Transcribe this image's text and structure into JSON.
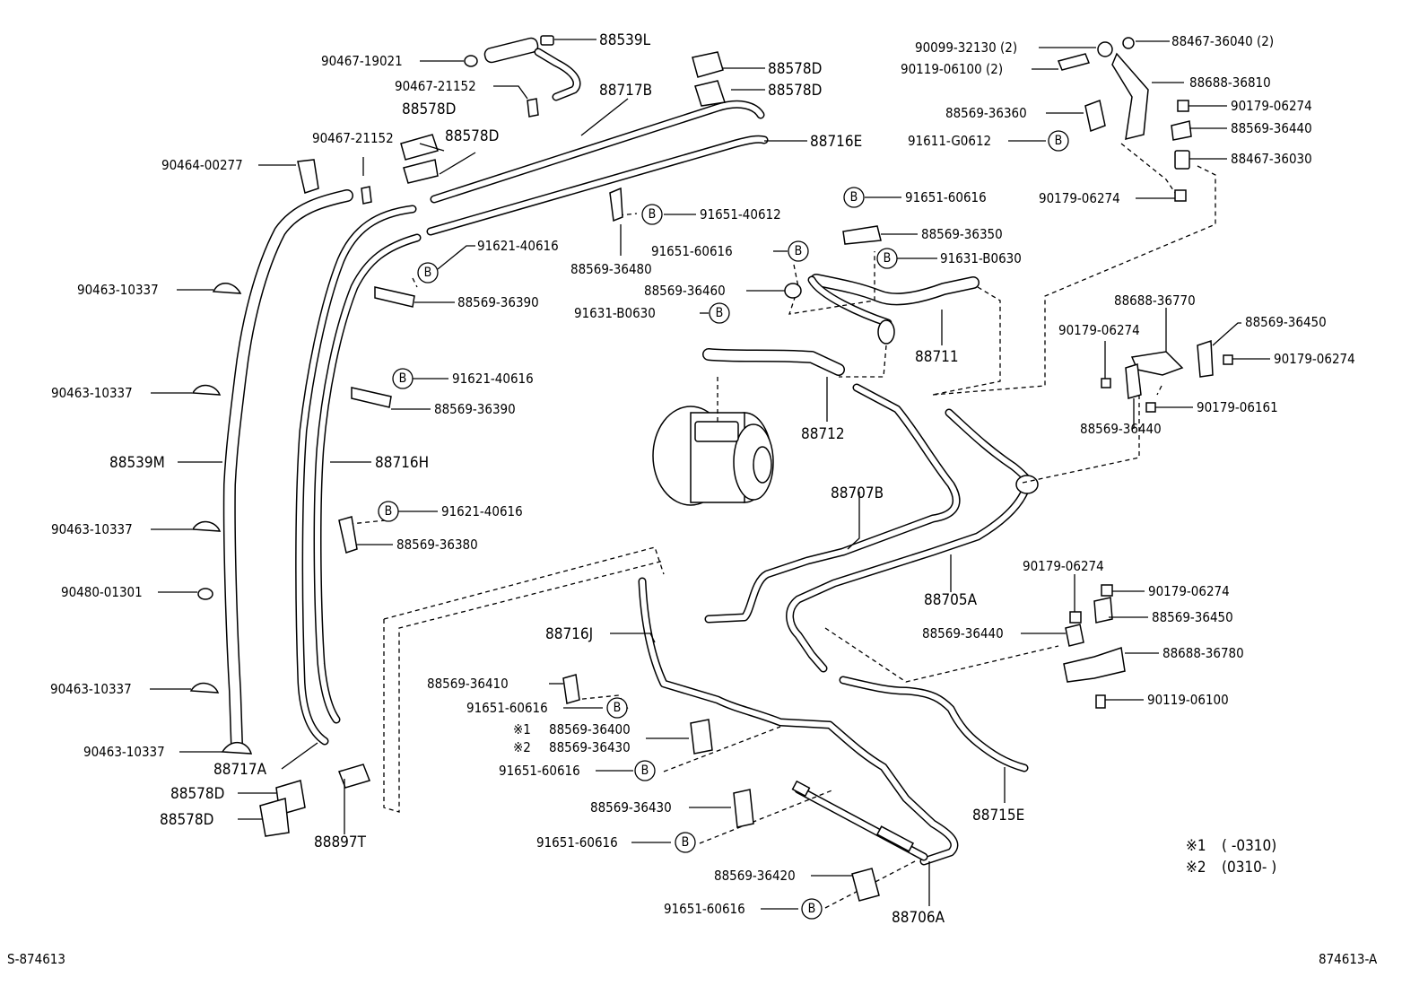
{
  "diagram": {
    "footer_left": "S-874613",
    "footer_right": "874613-A",
    "b_marker": "B",
    "notes": [
      {
        "mark": "※1",
        "text": "(      -0310)"
      },
      {
        "mark": "※2",
        "text": "(0310-      )"
      }
    ],
    "labels": {
      "p88539L": "88539L",
      "p90467_19021": "90467-19021",
      "p90467_21152a": "90467-21152",
      "p88578D_a": "88578D",
      "p88578D_b": "88578D",
      "p88717B": "88717B",
      "p88578D_c": "88578D",
      "p88578D_d": "88578D",
      "p90467_21152b": "90467-21152",
      "p90464_00277": "90464-00277",
      "p88716E": "88716E",
      "p91651_40612": "91651-40612",
      "p91621_40616a": "91621-40616",
      "p88569_36480": "88569-36480",
      "p90463_10337a": "90463-10337",
      "p88569_36390a": "88569-36390",
      "p90463_10337b": "90463-10337",
      "p91621_40616b": "91621-40616",
      "p88569_36390b": "88569-36390",
      "p88539M": "88539M",
      "p88716H": "88716H",
      "p90463_10337c": "90463-10337",
      "p91621_40616c": "91621-40616",
      "p88569_36380": "88569-36380",
      "p90480_01301": "90480-01301",
      "p90463_10337d": "90463-10337",
      "p90463_10337e": "90463-10337",
      "p88717A": "88717A",
      "p88578D_e": "88578D",
      "p88578D_f": "88578D",
      "p88897T": "88897T",
      "p91651_60616a": "91651-60616",
      "p88569_36350": "88569-36350",
      "p91651_60616b": "91651-60616",
      "p91631_B0630a": "91631-B0630",
      "p88569_36460": "88569-36460",
      "p91631_B0630b": "91631-B0630",
      "p88711": "88711",
      "p88712": "88712",
      "p88707B": "88707B",
      "p88705A": "88705A",
      "p88716J": "88716J",
      "p88569_36410": "88569-36410",
      "p91651_60616c": "91651-60616",
      "p88569_36400": "88569-36400",
      "p88569_36430a": "88569-36430",
      "p91651_60616d": "91651-60616",
      "p88569_36430b": "88569-36430",
      "p91651_60616e": "91651-60616",
      "p88569_36420": "88569-36420",
      "p91651_60616f": "91651-60616",
      "p88706A": "88706A",
      "p88715E": "88715E",
      "p90099_32130": "90099-32130 (2)",
      "p88467_36040": "88467-36040 (2)",
      "p90119_06100a": "90119-06100 (2)",
      "p88688_36810": "88688-36810",
      "p90179_06274a": "90179-06274",
      "p88569_36360": "88569-36360",
      "p88569_36440a": "88569-36440",
      "p91611_G0612": "91611-G0612",
      "p88467_36030": "88467-36030",
      "p90179_06274b": "90179-06274",
      "p88688_36770": "88688-36770",
      "p90179_06274c": "90179-06274",
      "p88569_36450a": "88569-36450",
      "p90179_06274d": "90179-06274",
      "p90179_06161": "90179-06161",
      "p88569_36440b": "88569-36440",
      "p90179_06274e": "90179-06274",
      "p90179_06274f": "90179-06274",
      "p88569_36450b": "88569-36450",
      "p88569_36440c": "88569-36440",
      "p88688_36780": "88688-36780",
      "p90119_06100b": "90119-06100"
    }
  }
}
